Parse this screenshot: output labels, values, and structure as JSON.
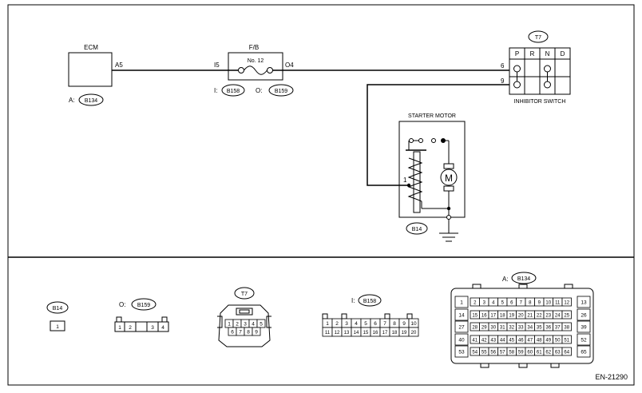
{
  "diagram_code": "EN-21290",
  "ecm": {
    "label": "ECM",
    "terminal": "A5",
    "connector_prefix": "A:",
    "connector": "B134"
  },
  "fuse_box": {
    "label": "F/B",
    "fuse": "No. 12",
    "in_terminal": "I5",
    "out_terminal": "O4",
    "in_prefix": "I:",
    "in_connector": "B158",
    "out_prefix": "O:",
    "out_connector": "B159"
  },
  "inhibitor_switch": {
    "label": "INHIBITOR SWITCH",
    "connector": "T7",
    "positions": [
      "P",
      "R",
      "N",
      "D"
    ],
    "pin_top": "6",
    "pin_bottom": "9"
  },
  "starter_motor": {
    "label": "STARTER MOTOR",
    "pin": "1",
    "motor_symbol": "M",
    "connector": "B14"
  },
  "connectors": {
    "b14": {
      "name": "B14",
      "pins": [
        "1"
      ]
    },
    "b159": {
      "prefix": "O:",
      "name": "B159",
      "pins": [
        "1",
        "2",
        "3",
        "4"
      ]
    },
    "t7": {
      "name": "T7",
      "row1": [
        "1",
        "2",
        "3",
        "4",
        "5"
      ],
      "row2": [
        "6",
        "7",
        "8",
        "9"
      ]
    },
    "b158": {
      "prefix": "I:",
      "name": "B158",
      "row1": [
        "1",
        "2",
        "3",
        "4",
        "5",
        "6",
        "7",
        "8",
        "9",
        "10"
      ],
      "row2": [
        "11",
        "12",
        "13",
        "14",
        "15",
        "16",
        "17",
        "18",
        "19",
        "20"
      ]
    },
    "b134": {
      "prefix": "A:",
      "name": "B134",
      "left": [
        "1",
        "14",
        "27",
        "40",
        "53"
      ],
      "right": [
        "13",
        "26",
        "39",
        "52",
        "65"
      ],
      "rows": [
        [
          "2",
          "3",
          "4",
          "5",
          "6",
          "7",
          "8",
          "9",
          "10",
          "11",
          "12"
        ],
        [
          "15",
          "16",
          "17",
          "18",
          "19",
          "20",
          "21",
          "22",
          "23",
          "24",
          "25"
        ],
        [
          "28",
          "29",
          "30",
          "31",
          "32",
          "33",
          "34",
          "35",
          "36",
          "37",
          "38"
        ],
        [
          "41",
          "42",
          "43",
          "44",
          "45",
          "46",
          "47",
          "48",
          "49",
          "50",
          "51"
        ],
        [
          "54",
          "55",
          "56",
          "57",
          "58",
          "59",
          "60",
          "61",
          "62",
          "63",
          "64"
        ]
      ]
    }
  }
}
